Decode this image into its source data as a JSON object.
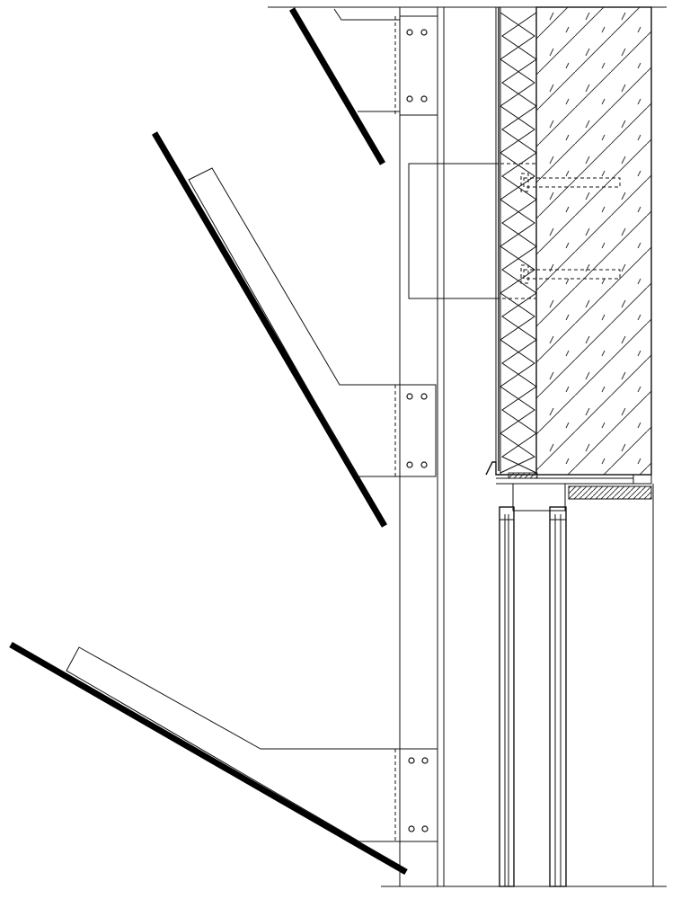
{
  "drawing": {
    "kind": "architectural section detail",
    "components": [
      "louver-blade-top",
      "louver-blade-middle",
      "louver-blade-bottom",
      "mounting-brackets",
      "vertical-post",
      "insulation-layer",
      "concrete-wall",
      "wall-anchors",
      "window-frame"
    ],
    "colors": {
      "ink": "#111111",
      "paper": "#ffffff"
    }
  }
}
